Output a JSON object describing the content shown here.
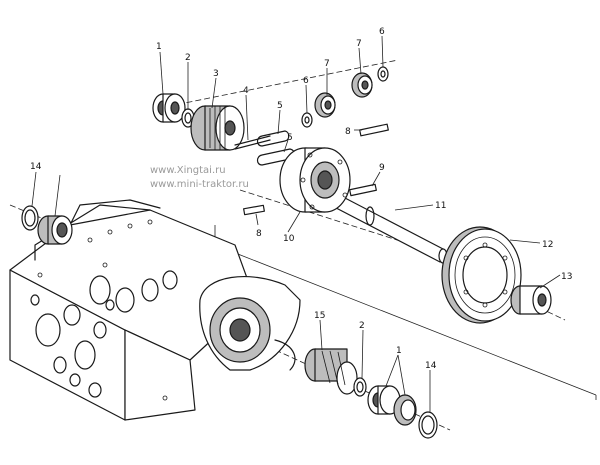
{
  "diagram": {
    "watermark_1": "www.Xingtai.ru",
    "watermark_2": "www.mini-traktor.ru",
    "labels": {
      "l1a": "1",
      "l2a": "2",
      "l3": "3",
      "l4": "4",
      "l5a": "5",
      "l5b": "5",
      "l6a": "6",
      "l6b": "6",
      "l7a": "7",
      "l7b": "7",
      "l8a": "8",
      "l8b": "8",
      "l9": "9",
      "l10": "10",
      "l11": "11",
      "l12": "12",
      "l13": "13",
      "l14a": "14",
      "l14b": "14",
      "l15": "15",
      "l2b": "2",
      "l1b": "1"
    }
  }
}
